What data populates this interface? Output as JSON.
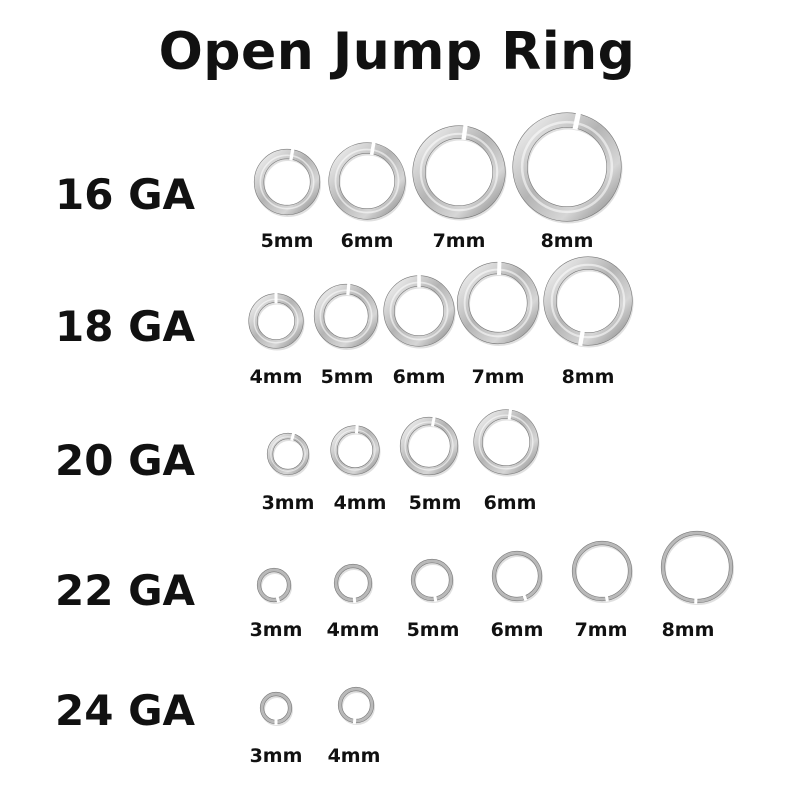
{
  "title": "Open Jump Ring",
  "ring_color": "#b9b9b9",
  "groups": [
    {
      "gauge": "16 GA",
      "sizes": [
        "5mm",
        "6mm",
        "7mm",
        "8mm"
      ]
    },
    {
      "gauge": "18 GA",
      "sizes": [
        "4mm",
        "5mm",
        "6mm",
        "7mm",
        "8mm"
      ]
    },
    {
      "gauge": "20 GA",
      "sizes": [
        "3mm",
        "4mm",
        "5mm",
        "6mm"
      ]
    },
    {
      "gauge": "22 GA",
      "sizes": [
        "3mm",
        "4mm",
        "5mm",
        "6mm",
        "7mm",
        "8mm"
      ]
    },
    {
      "gauge": "24 GA",
      "sizes": [
        "3mm",
        "4mm"
      ]
    }
  ]
}
